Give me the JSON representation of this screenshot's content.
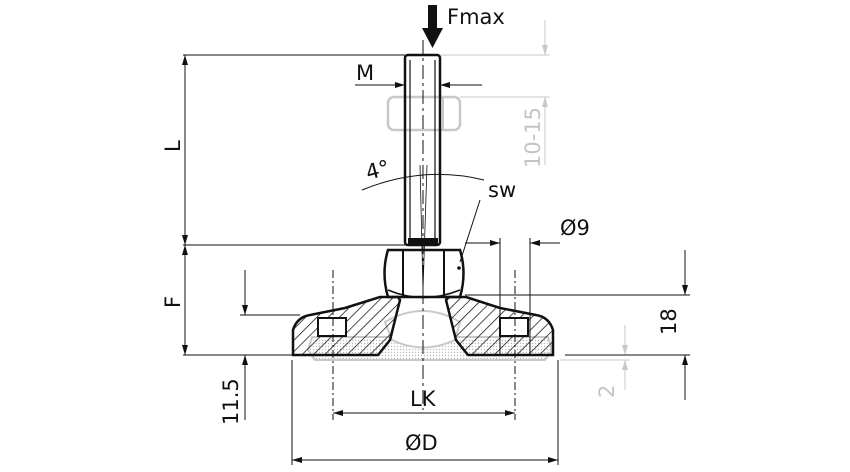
{
  "drawing": {
    "title": "Levelling foot dimension drawing",
    "labels": {
      "force": "Fmax",
      "thread": "M",
      "length": "L",
      "angle": "4°",
      "wrench_size": "sw",
      "hole_diameter": "Ø9",
      "height_f": "F",
      "height_18": "18",
      "nut_range": "10-15",
      "pad_2": "2",
      "pad_11_5": "11.5",
      "bolt_circle": "LK",
      "diameter": "ØD"
    },
    "colors": {
      "line": "#111111",
      "secondary": "#c8c8c8"
    }
  }
}
